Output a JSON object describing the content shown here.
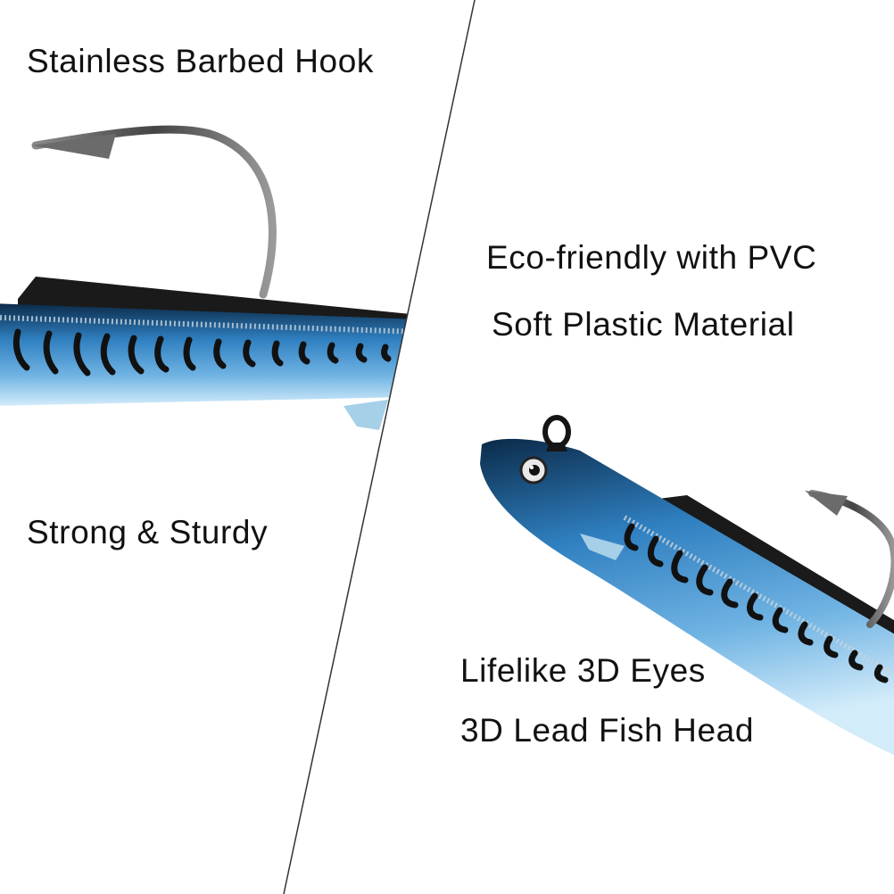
{
  "labels": {
    "hook": "Stainless Barbed Hook",
    "strong": "Strong & Sturdy",
    "eco": "Eco-friendly with PVC",
    "soft": "Soft Plastic Material",
    "eyes": "Lifelike 3D Eyes",
    "head": "3D Lead Fish Head"
  },
  "colors": {
    "background": "#ffffff",
    "body_blue": "#2f7fc0",
    "belly": "#bfe0f4",
    "stripe": "#111111",
    "dorsal": "#1a1a1a",
    "hook": "#5a5a5a",
    "divider": "#333333"
  }
}
